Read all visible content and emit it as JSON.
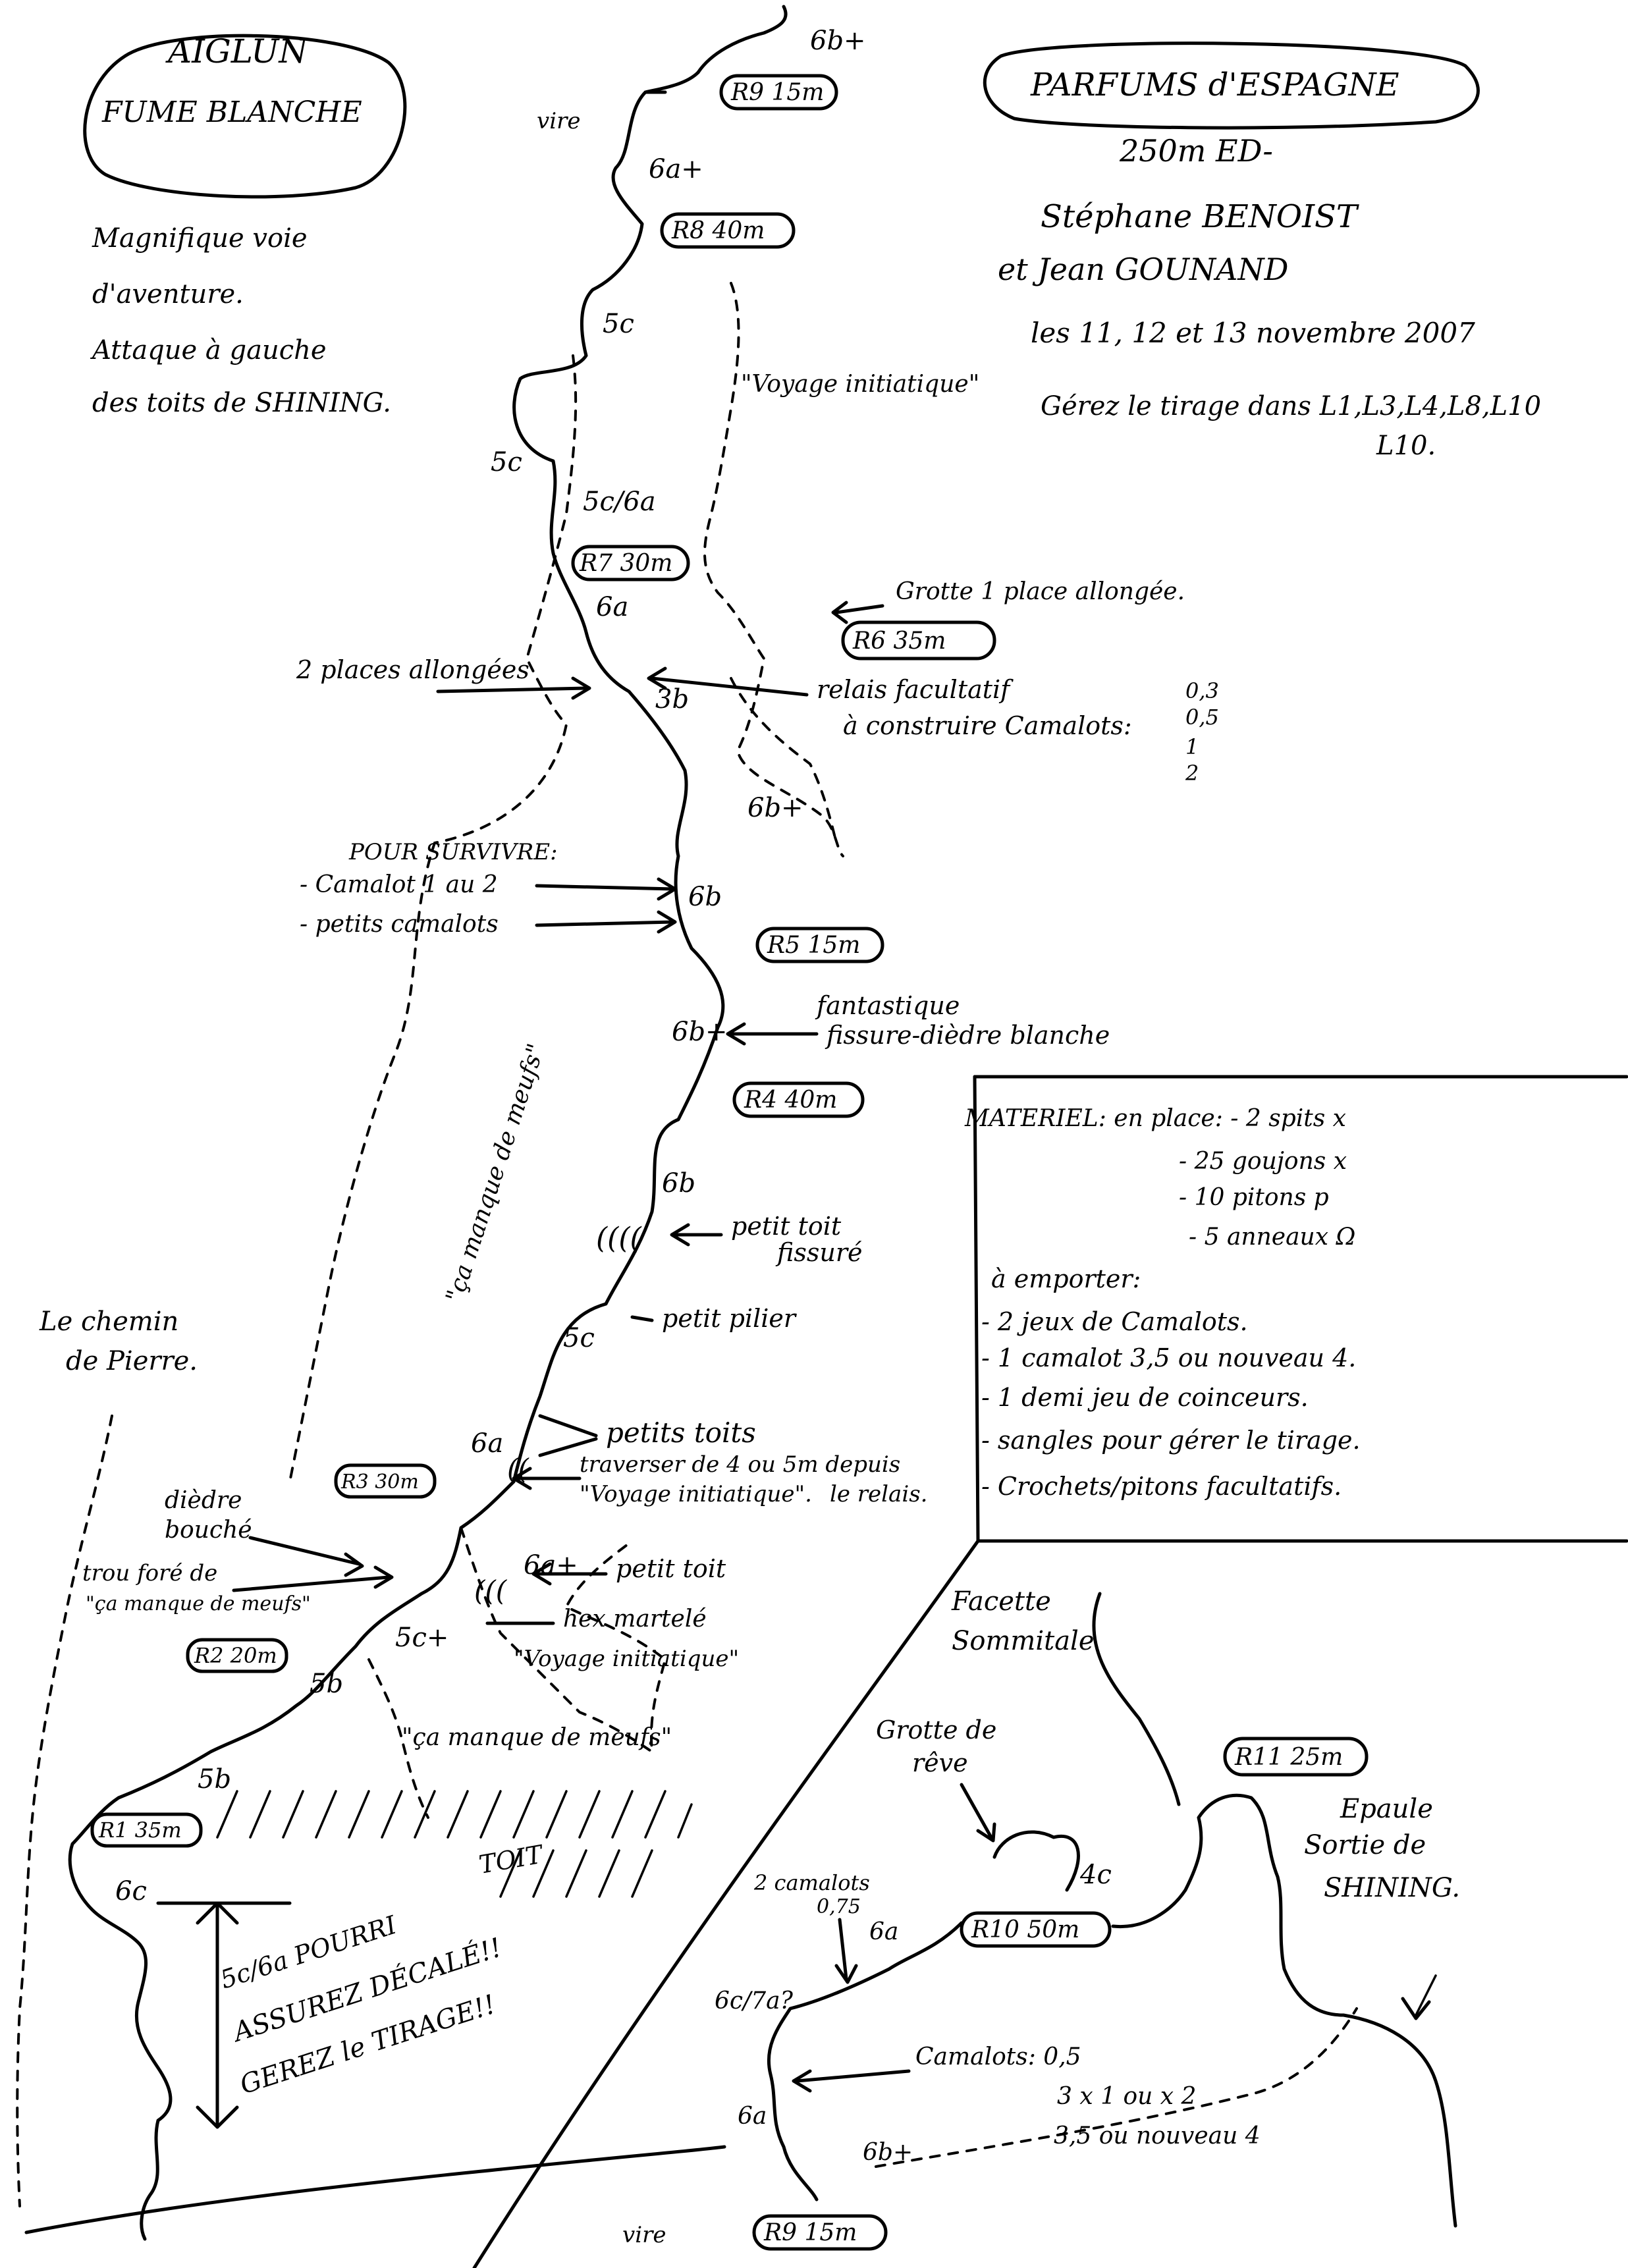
{
  "crag": {
    "line1": "AIGLUN",
    "line2": "FUME BLANCHE"
  },
  "route": {
    "name": "PARFUMS d'ESPAGNE",
    "grade": "250m ED-",
    "author1": "Stéphane BENOIST",
    "author2": "et Jean GOUNAND",
    "date": "les 11, 12 et 13 novembre 2007",
    "drag_note_1": "Gérez le tirage dans L1,L3,L4,L8,L10",
    "drag_note_2": "L10."
  },
  "description": {
    "line1": "Magnifique voie",
    "line2": "d'aventure.",
    "line3": "Attaque à gauche",
    "line4": "des toits de SHINING."
  },
  "relays": {
    "r9_top": "R9 15m",
    "r8": "R8 40m",
    "r7": "R7 30m",
    "r6": "R6 35m",
    "r5": "R5 15m",
    "r4": "R4 40m",
    "r3": "R3 30m",
    "r2": "R2 20m",
    "r1": "R1 35m",
    "r10": "R10 50m",
    "r11": "R11 25m",
    "r9_bottom": "R9 15m"
  },
  "grades": {
    "g_6bp_top": "6b+",
    "g_6ap": "6a+",
    "g_5c_a": "5c",
    "g_5c_b": "5c",
    "g_5c6a": "5c/6a",
    "g_6a_a": "6a",
    "g_3b": "3b",
    "g_6bp_mid": "6b+",
    "g_6b_a": "6b",
    "g_6bp_r5": "6b+",
    "g_6b_b": "6b",
    "g_5c_c": "5c",
    "g_6a_b": "6a",
    "g_6ap_b": "6a+",
    "g_5cp": "5c+",
    "g_5b_a": "5b",
    "g_5b_b": "5b",
    "g_6c": "6c",
    "g_6a_c": "6a",
    "g_4c": "4c",
    "g_6c7a": "6c/7a?",
    "g_6a_d": "6a",
    "g_6bp_bot": "6b+"
  },
  "labels": {
    "vire_top": "vire",
    "voyage_1": "\"Voyage initiatique\"",
    "grotte_1place": "Grotte 1 place allongée.",
    "deux_places": "2 places allongées",
    "relais_fac_1": "relais facultatif",
    "relais_fac_2": "à construire Camalots:",
    "camalot_sizes_1": "0,3",
    "camalot_sizes_2": "0,5",
    "camalot_sizes_3": "1",
    "camalot_sizes_4": "2",
    "pour_survivre_title": "POUR SURVIVRE:",
    "pour_survivre_1": "- Camalot 1 au 2",
    "pour_survivre_2": "- petits camalots",
    "ca_manque_1": "\"ça manque de meufs\"",
    "fantastique_1": "fantastique",
    "fantastique_2": "fissure-dièdre blanche",
    "petit_toit_fissure_1": "petit toit",
    "petit_toit_fissure_2": "fissuré",
    "petit_pilier": "petit pilier",
    "petits_toits": "petits toits",
    "traverser_1": "traverser de 4 ou 5m depuis",
    "traverser_2": "le relais.",
    "voyage_2": "\"Voyage initiatique\".",
    "chemin_1": "Le chemin",
    "chemin_2": "de Pierre.",
    "diedre_bouche_1": "dièdre",
    "diedre_bouche_2": "bouché",
    "trou_fore_1": "trou foré de",
    "trou_fore_2": "\"ça manque de meufs\"",
    "petit_toit": "petit toit",
    "hex_martele": "hex martelé",
    "voyage_3": "\"Voyage initiatique\"",
    "ca_manque_2": "\"ça manque de meufs\"",
    "toit": "TOIT",
    "warning_1": "5c/6a POURRI",
    "warning_2": "ASSUREZ DÉCALÉ!!",
    "warning_3": "GEREZ le TIRAGE!!",
    "facette_1": "Facette",
    "facette_2": "Sommitale",
    "grotte_reve_1": "Grotte de",
    "grotte_reve_2": "rêve",
    "epaule_1": "Epaule",
    "epaule_2": "Sortie de",
    "epaule_3": "SHINING.",
    "camalots_075_1": "2 camalots",
    "camalots_075_2": "0,75",
    "camalots_bottom_1": "Camalots: 0,5",
    "camalots_bottom_2": "3 x 1 ou x 2",
    "camalots_bottom_3": "3,5 ou nouveau 4",
    "vire_bottom": "vire"
  },
  "materiel": {
    "title": "MATERIEL: en place: - 2 spits x",
    "line2": "- 25 goujons x",
    "line3": "- 10 pitons p",
    "line4": "- 5 anneaux Ω",
    "a_emporter": "à emporter:",
    "e1": "- 2 jeux de Camalots.",
    "e2": "- 1 camalot 3,5 ou nouveau 4.",
    "e3": "- 1 demi jeu de coinceurs.",
    "e4": "- sangles pour gérer le tirage.",
    "e5": "- Crochets/pitons facultatifs."
  }
}
